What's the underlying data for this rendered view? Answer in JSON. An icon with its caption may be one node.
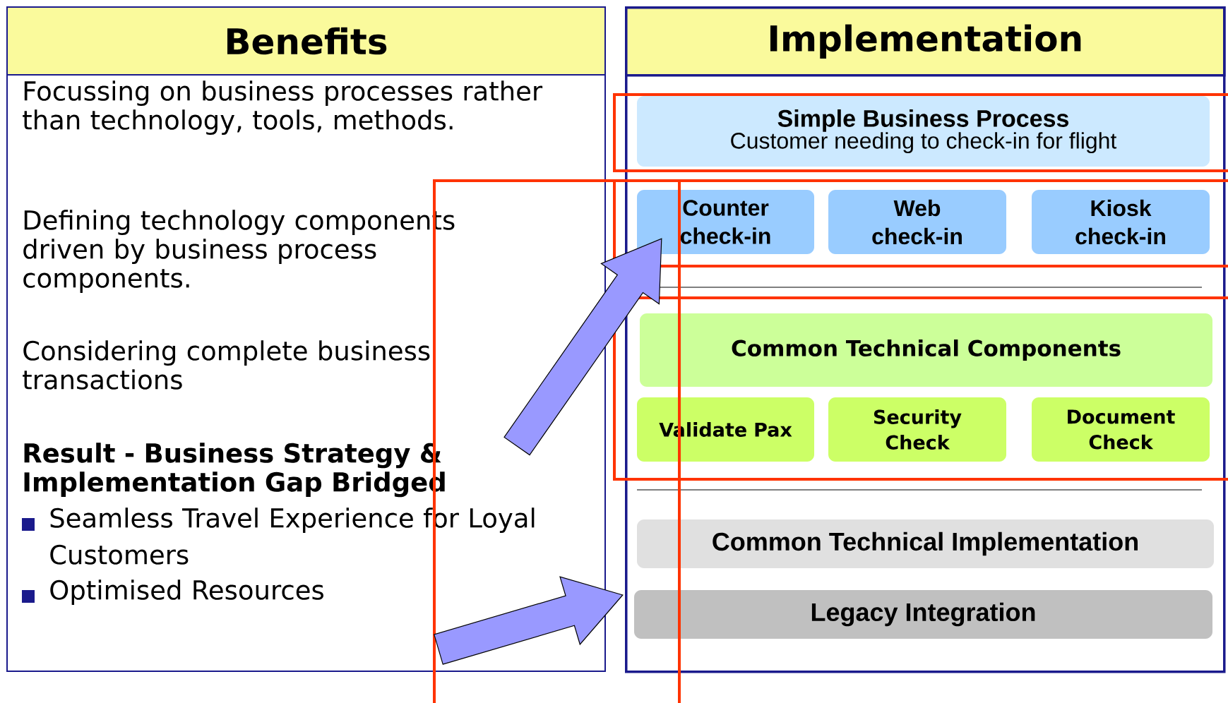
{
  "diagram": {
    "nodes": [
      {
        "text": [
          "Benefits",
          "Focussing on business processes rather than technology, tools, methods.",
          "Defining technology components driven by business process components.",
          "Considering complete business transactions",
          "Result - Business Strategy & Implementation Gap Bridged",
          "Seamless Travel Experience for Loyal Customers",
          "Optimised Resources"
        ]
      },
      {
        "text": [
          "Implementation"
        ]
      },
      {
        "text": [
          "Simple Business Process",
          "Customer needing to check-in for flight"
        ],
        "in": 1
      },
      {
        "text": [
          "Counter check-in"
        ],
        "in": 1
      },
      {
        "text": [
          "Web check-in"
        ],
        "in": 1
      },
      {
        "text": [
          "Kiosk check-in"
        ],
        "in": 1
      },
      {
        "text": [
          "Common Technical Components"
        ],
        "in": 1
      },
      {
        "text": [
          "Validate Pax"
        ],
        "in": 1
      },
      {
        "text": [
          "Security Check"
        ],
        "in": 1
      },
      {
        "text": [
          "Document Check"
        ],
        "in": 1
      },
      {
        "text": [
          "Common Technical Implementation"
        ],
        "in": 1
      },
      {
        "text": [
          "Legacy Integration"
        ],
        "in": 1
      }
    ],
    "edges": [
      {
        "from": null,
        "to": 3,
        "arrow": "to"
      },
      {
        "from": null,
        "to": 11,
        "arrow": "to"
      }
    ]
  }
}
